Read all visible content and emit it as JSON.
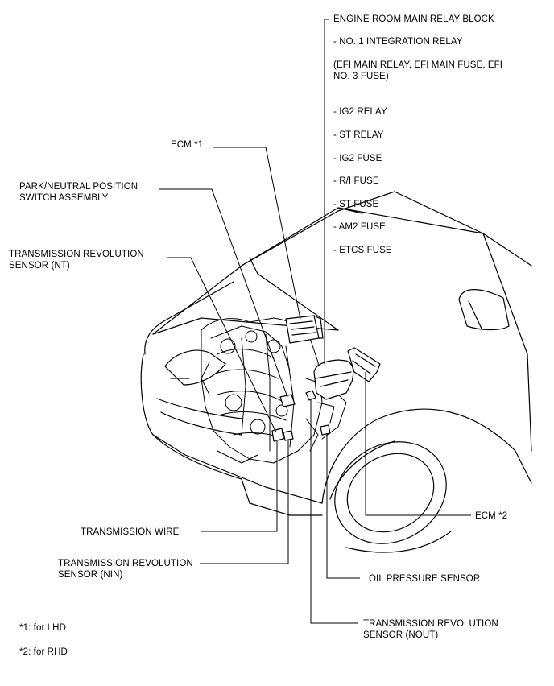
{
  "relay_block": {
    "title": "ENGINE ROOM MAIN RELAY BLOCK",
    "items": [
      "- NO. 1 INTEGRATION RELAY",
      "(EFI MAIN RELAY, EFI MAIN FUSE, EFI NO. 3 FUSE)",
      "- IG2 RELAY",
      "- ST RELAY",
      "- IG2 FUSE",
      "- R/I FUSE",
      "- ST FUSE",
      "- AM2 FUSE",
      "- ETCS FUSE"
    ]
  },
  "labels": {
    "ecm1": "ECM *1",
    "pnp_switch": "PARK/NEUTRAL POSITION SWITCH ASSEMBLY",
    "trans_rev_nt": "TRANSMISSION REVOLUTION SENSOR (NT)",
    "ecm2": "ECM *2",
    "trans_wire": "TRANSMISSION WIRE",
    "trans_rev_nin": "TRANSMISSION REVOLUTION SENSOR (NIN)",
    "oil_pressure": "OIL PRESSURE SENSOR",
    "trans_rev_nout": "TRANSMISSION REVOLUTION SENSOR (NOUT)"
  },
  "footnotes": {
    "note1": "*1: for LHD",
    "note2": "*2: for RHD"
  }
}
